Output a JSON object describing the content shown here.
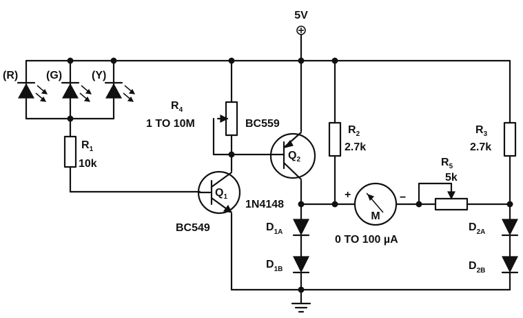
{
  "supply": {
    "label": "5V"
  },
  "leds": [
    {
      "label": "(R)"
    },
    {
      "label": "(G)"
    },
    {
      "label": "(Y)"
    }
  ],
  "r1": {
    "name": "R",
    "sub": "1",
    "value": "10k"
  },
  "r4": {
    "name": "R",
    "sub": "4",
    "value": "1 TO 10M"
  },
  "q1": {
    "name": "Q",
    "sub": "1",
    "part": "BC549"
  },
  "q2": {
    "name": "Q",
    "sub": "2",
    "part": "BC559"
  },
  "r2": {
    "name": "R",
    "sub": "2",
    "value": "2.7k"
  },
  "r3": {
    "name": "R",
    "sub": "3",
    "value": "2.7k"
  },
  "r5": {
    "name": "R",
    "sub": "5",
    "value": "5k"
  },
  "diode_part": "1N4148",
  "d1a": {
    "name": "D",
    "sub": "1A"
  },
  "d1b": {
    "name": "D",
    "sub": "1B"
  },
  "d2a": {
    "name": "D",
    "sub": "2A"
  },
  "d2b": {
    "name": "D",
    "sub": "2B"
  },
  "meter": {
    "symbol": "M",
    "plus": "+",
    "minus": "−",
    "range": "0 TO 100 µA"
  }
}
